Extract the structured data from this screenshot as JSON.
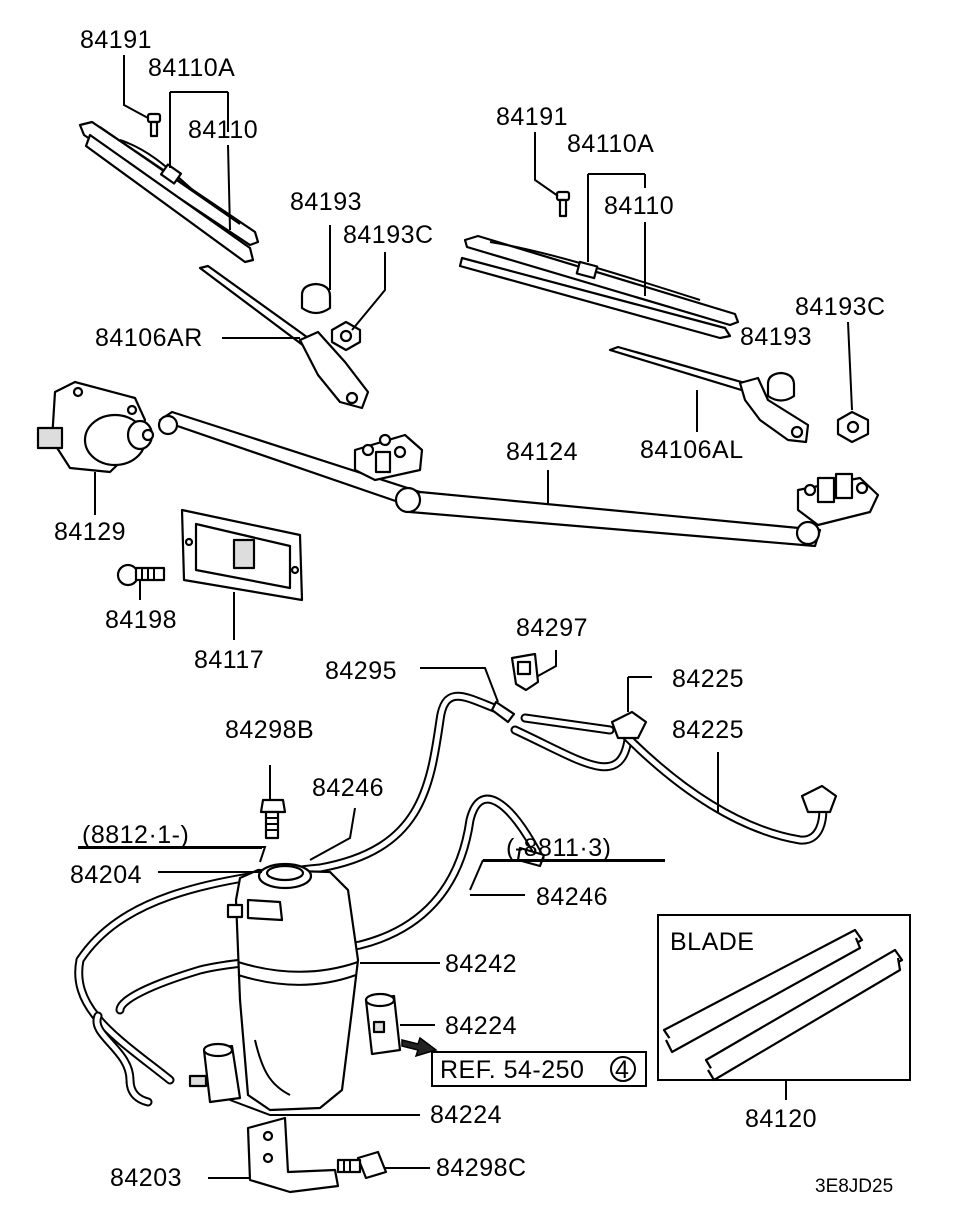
{
  "labels": {
    "p84191_l": "84191",
    "p84110a_l": "84110A",
    "p84110_l": "84110",
    "p84193_l": "84193",
    "p84193c_l": "84193C",
    "p84106ar": "84106AR",
    "p84191_r": "84191",
    "p84110a_r": "84110A",
    "p84110_r": "84110",
    "p84193c_r": "84193C",
    "p84193_r": "84193",
    "p84106al": "84106AL",
    "p84124": "84124",
    "p84129": "84129",
    "p84198": "84198",
    "p84117": "84117",
    "p84297": "84297",
    "p84295": "84295",
    "p84225_a": "84225",
    "p84225_b": "84225",
    "p84298b": "84298B",
    "p84246_a": "84246",
    "date_a": "(8812·1-)",
    "p84204": "84204",
    "date_b": "(-8811·3)",
    "p84246_b": "84246",
    "p84242": "84242",
    "p84224_a": "84224",
    "ref": "REF. 54-250",
    "ref_num": "4",
    "p84224_b": "84224",
    "p84203": "84203",
    "p84298c": "84298C",
    "blade_title": "BLADE",
    "p84120": "84120",
    "code": "3E8JD25"
  }
}
